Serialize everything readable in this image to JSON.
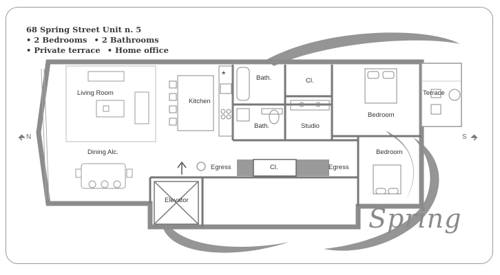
{
  "header": {
    "address": "68 Spring Street Unit n. 5",
    "features_row1": [
      "• 2 Bedrooms",
      "• 2 Bathrooms"
    ],
    "features_row2": [
      "• Private terrace",
      "• Home office"
    ]
  },
  "rooms": {
    "living": "Living Room",
    "dining": "Dining Alc.",
    "kitchen": "Kitchen",
    "bath1": "Bath.",
    "bath2": "Bath.",
    "closet1": "Cl.",
    "closet2": "Cl.",
    "studio": "Studio",
    "bedroom1": "Bedroom",
    "bedroom2": "Bedroom",
    "terrace": "Terrace",
    "egress1": "Egress",
    "egress2": "Egress",
    "elevator": "Elevator"
  },
  "compass": {
    "north": "N",
    "south": "S"
  },
  "brand": "Spring",
  "colors": {
    "wall": "#8c8c8c",
    "swirl": "#8a8a8a",
    "line": "#555555"
  }
}
